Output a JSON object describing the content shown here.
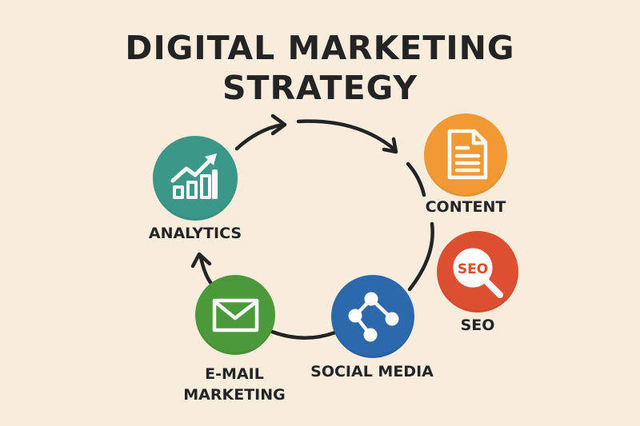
{
  "title": {
    "line1": "DIGITAL MARKETING",
    "line2": "STRATEGY"
  },
  "colors": {
    "background": "#f8ecdd",
    "analytics": "#3b9889",
    "content": "#f19a35",
    "seo": "#dd4f31",
    "social_media": "#2c68ac",
    "email_marketing": "#4a9a3c",
    "cycle_stroke": "#242424"
  },
  "nodes": {
    "analytics": {
      "label": "ANALYTICS",
      "icon": "growth-chart-icon"
    },
    "content": {
      "label": "CONTENT",
      "icon": "document-icon"
    },
    "seo": {
      "label": "SEO",
      "icon": "magnifier-icon",
      "icon_text": "SEO"
    },
    "social_media": {
      "label": "SOCIAL MEDIA",
      "icon": "share-network-icon"
    },
    "email_marketing": {
      "label_line1": "E-MAIL",
      "label_line2": "MARKETING",
      "icon": "envelope-icon"
    }
  }
}
